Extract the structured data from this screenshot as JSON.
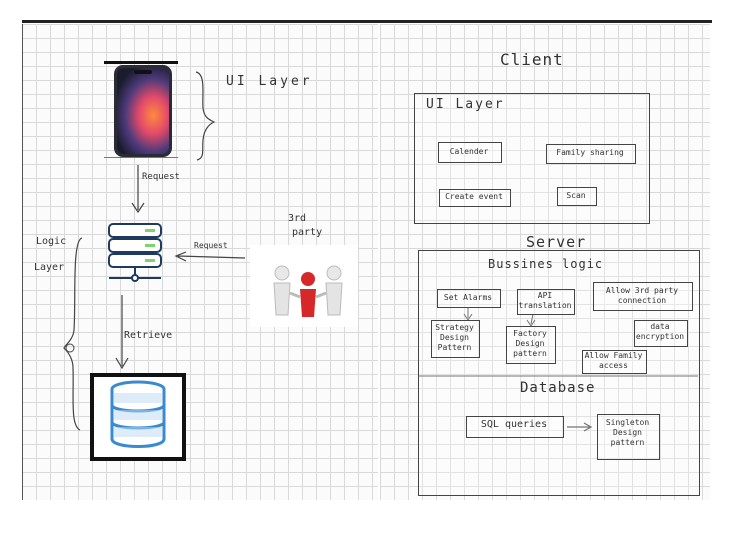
{
  "left": {
    "ui_layer_label": "UI Layer",
    "request_label": "Request",
    "logic_label_1": "Logic",
    "logic_label_2": "Layer",
    "third_party_label_1": "3rd",
    "third_party_label_2": "party",
    "request_label_2": "Request",
    "retrieve_label": "Retrieve"
  },
  "right": {
    "client_title": "Client",
    "ui_layer_title": "UI Layer",
    "ui_items": [
      "Calender",
      "Family sharing",
      "Create event",
      "Scan"
    ],
    "server_title": "Server",
    "business_logic_title": "Bussines logic",
    "logic_items": [
      "Set Alarms",
      "API\ntranslation",
      "Allow 3rd party\nconnection",
      "Strategy\nDesign\nPattern",
      "Factory\nDesign\npattern",
      "data\nencryption",
      "Allow Family\naccess"
    ],
    "database_title": "Database",
    "db_items": [
      "SQL queries",
      "Singleton\nDesign\npattern"
    ]
  },
  "colors": {
    "grid_line": "#d9d9d9",
    "ink": "#333333",
    "phone_accent": "#ff6b3d",
    "server_blue": "#1f3a5f",
    "server_light": "#7fd36b",
    "db_blue": "#3a8ad0",
    "db_frame": "#111111",
    "third_party_red": "#d62828"
  },
  "icons": [
    "smartphone-icon",
    "server-icon",
    "people-handshake-icon",
    "database-icon"
  ]
}
